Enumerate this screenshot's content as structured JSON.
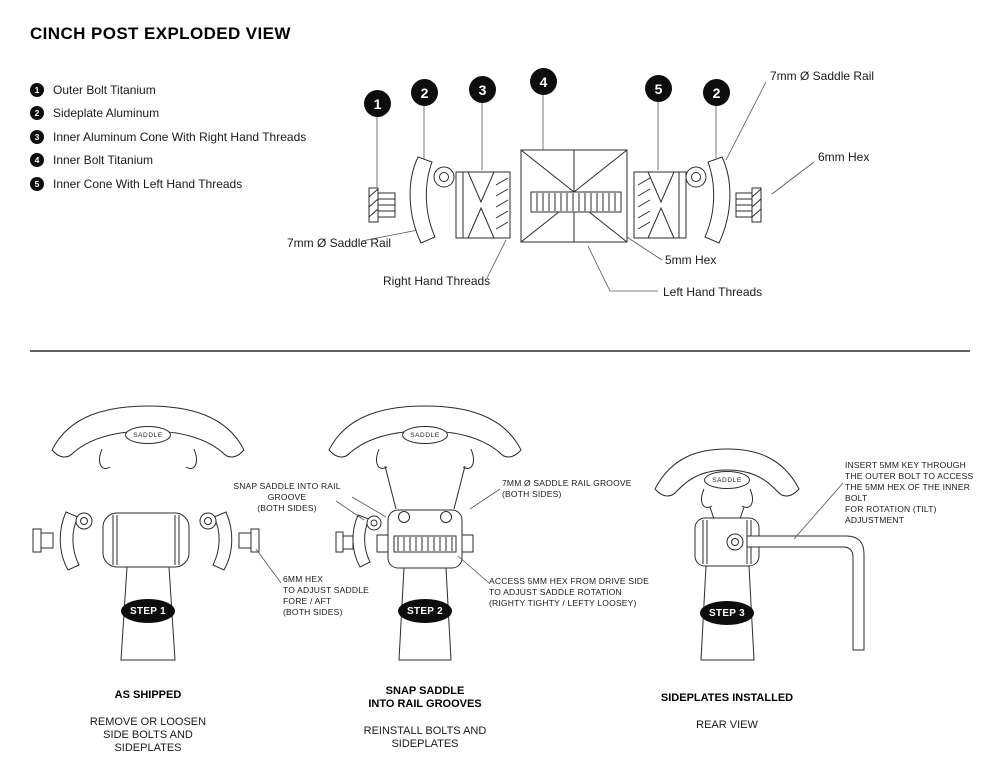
{
  "page": {
    "title": "CINCH POST EXPLODED VIEW"
  },
  "legend": {
    "items": [
      {
        "num": "1",
        "label": "Outer Bolt Titanium"
      },
      {
        "num": "2",
        "label": "Sideplate Aluminum"
      },
      {
        "num": "3",
        "label": "Inner Aluminum Cone With Right Hand Threads"
      },
      {
        "num": "4",
        "label": "Inner Bolt Titanium"
      },
      {
        "num": "5",
        "label": "Inner Cone With Left Hand Threads"
      }
    ]
  },
  "exploded": {
    "balloons": [
      {
        "num": "1"
      },
      {
        "num": "2"
      },
      {
        "num": "3"
      },
      {
        "num": "4"
      },
      {
        "num": "5"
      },
      {
        "num": "2"
      }
    ],
    "labels": {
      "saddle_rail_top": "7mm Ø Saddle Rail",
      "hex_6mm": "6mm Hex",
      "saddle_rail_bottom": "7mm Ø Saddle Rail",
      "right_hand_threads": "Right Hand Threads",
      "hex_5mm": "5mm Hex",
      "left_hand_threads": "Left Hand Threads"
    }
  },
  "steps": [
    {
      "badge": "STEP 1",
      "saddle": "SADDLE",
      "annotation_snap": "SNAP SADDLE INTO RAIL GROOVE\n(BOTH SIDES)",
      "annotation_hex": "6MM HEX\nTO ADJUST SADDLE\nFORE / AFT\n(BOTH SIDES)",
      "caption_bold": "AS SHIPPED",
      "caption_text": "REMOVE OR LOOSEN\nSIDE BOLTS AND\nSIDEPLATES"
    },
    {
      "badge": "STEP 2",
      "saddle": "SADDLE",
      "annotation_groove": "7MM Ø SADDLE RAIL GROOVE\n(BOTH SIDES)",
      "annotation_access": "ACCESS 5MM HEX FROM DRIVE SIDE\nTO ADJUST SADDLE ROTATION\n(RIGHTY TIGHTY / LEFTY LOOSEY)",
      "caption_bold": "SNAP SADDLE\nINTO RAIL GROOVES",
      "caption_text": "REINSTALL BOLTS AND\nSIDEPLATES"
    },
    {
      "badge": "STEP 3",
      "saddle": "SADDLE",
      "annotation_insert": "INSERT 5MM KEY THROUGH\nTHE OUTER BOLT TO ACCESS\nTHE 5MM HEX OF THE INNER BOLT\nFOR ROTATION (TILT) ADJUSTMENT",
      "caption_bold": "SIDEPLATES INSTALLED",
      "caption_text": "REAR VIEW"
    }
  ]
}
